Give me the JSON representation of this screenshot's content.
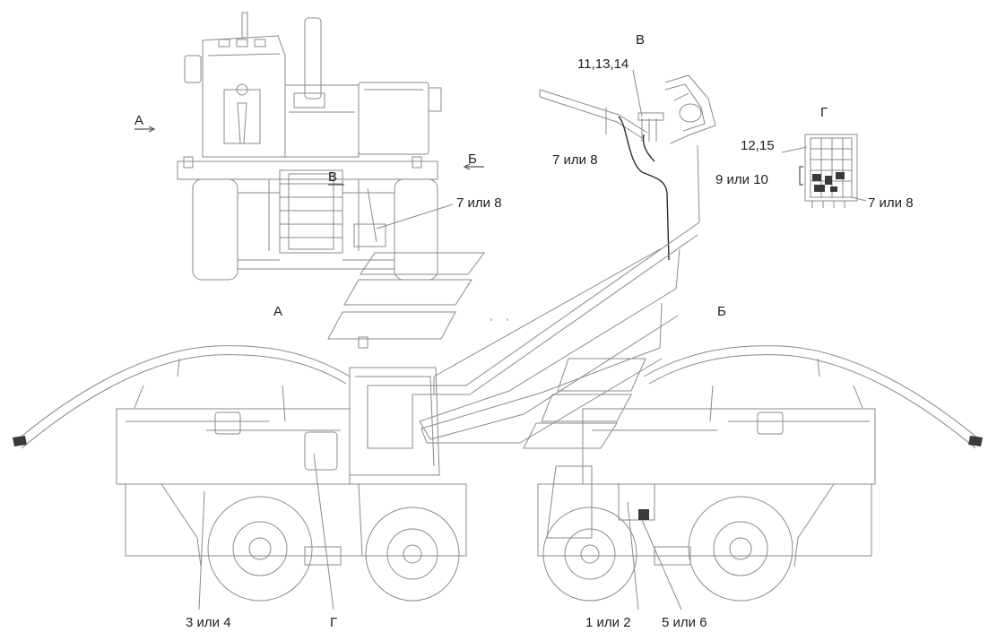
{
  "labels": {
    "view_v": "В",
    "callout_11_13_14": "11,13,14",
    "view_g": "Г",
    "callout_12_15": "12,15",
    "callout_9_10": "9 или 10",
    "callout_7_8_g": "7 или 8",
    "callout_7_8_v": "7 или 8",
    "arrow_a": "А",
    "arrow_b": "Б",
    "view_v_small": "В",
    "callout_7_8_front": "7 или 8",
    "view_a": "А",
    "view_b": "Б",
    "callout_3_4": "3 или 4",
    "view_g_bottom": "Г",
    "callout_1_2": "1 или 2",
    "callout_5_6": "5 или 6"
  },
  "colors": {
    "line": "#8a8a8a",
    "text": "#1e1e1e",
    "harness": "#2d2d2d"
  }
}
